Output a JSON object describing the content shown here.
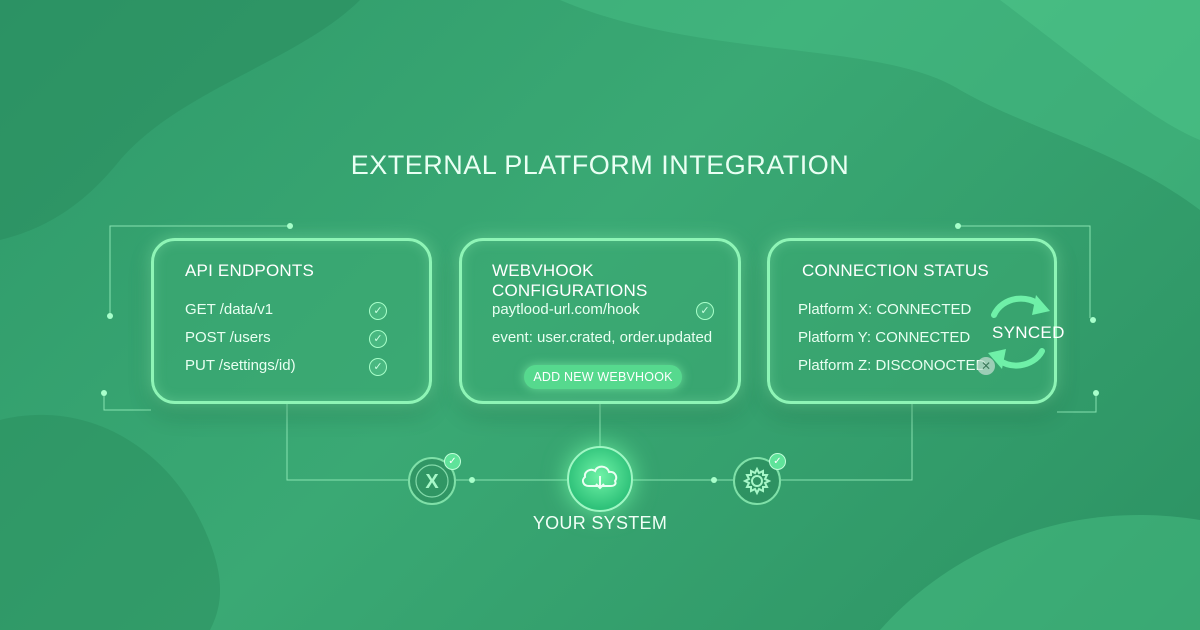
{
  "title": "EXTERNAL PLATFORM INTEGRATION",
  "api_card": {
    "title": "API ENDPONTS",
    "endpoints": [
      "GET /data/v1",
      "POST /users",
      "PUT /settings/id)"
    ]
  },
  "webhook_card": {
    "title": "WEBVHOOK CONFIGURATIONS",
    "url": "paytlood-url.com/hook",
    "events": "event: user.crated, order.updated",
    "add_button": "ADD NEW WEBVHOOK"
  },
  "status_card": {
    "title": "CONNECTION STATUS",
    "platforms": [
      "Platform X: CONNECTED",
      "Platform Y: CONNECTED",
      "Platform Z: DISCONOCTED"
    ],
    "synced_label": "SYNCED"
  },
  "hub": {
    "label": "YOUR SYSTEM",
    "left_node_glyph": "X"
  },
  "colors": {
    "background": "#36a26e",
    "accent": "#8ef5b6",
    "button": "#56d98e"
  },
  "icons": {
    "check": "check-circle-icon",
    "error": "x-circle-icon",
    "sync": "sync-arrows-icon",
    "cloud": "cloud-download-icon",
    "gear": "gear-icon",
    "platform": "x-logo-icon"
  }
}
